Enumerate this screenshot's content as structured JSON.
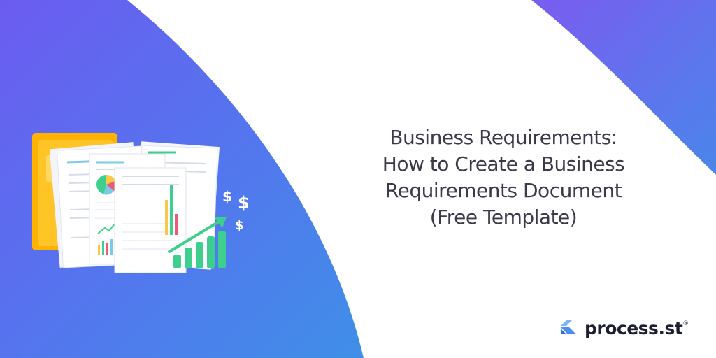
{
  "headline": {
    "line1": "Business Requirements:",
    "line2": "How to Create a Business",
    "line3": "Requirements Document",
    "line4": "(Free Template)"
  },
  "brand": {
    "name_main": "process",
    "name_dot": ".",
    "name_tld": "st",
    "registered_mark": "®",
    "logo_icon": "process-st-chevron-logo"
  },
  "illustration": {
    "dollar_symbol": "$",
    "icons": [
      "folder-icon",
      "document-stack-icon",
      "pie-chart-icon",
      "bar-chart-icon",
      "trend-arrow-icon",
      "dollar-sign-icon"
    ]
  },
  "colors": {
    "bg_gradient_start": "#6b5cf0",
    "bg_gradient_end": "#3f8fe8",
    "accent_green": "#3ecf8e",
    "folder_yellow": "#ffc21a",
    "text_dark": "#3a3a4a",
    "logo_blue": "#4a8ff0"
  }
}
